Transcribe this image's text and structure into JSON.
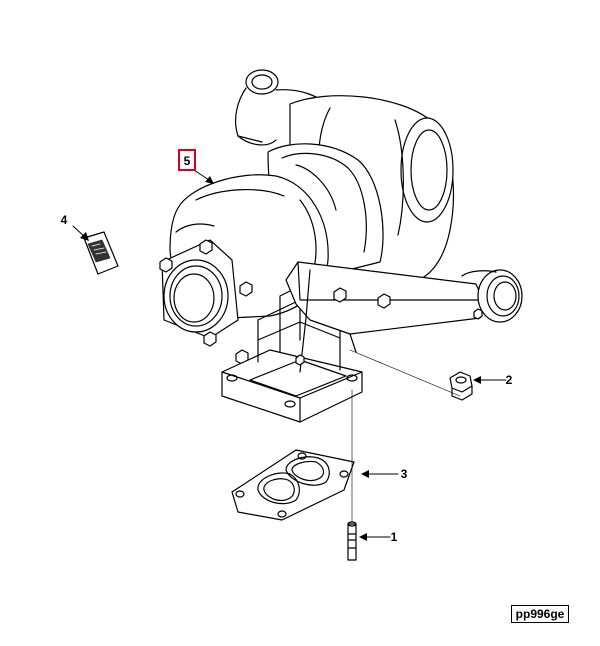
{
  "callouts": {
    "c1": "1",
    "c2": "2",
    "c3": "3",
    "c4": "4",
    "c5": "5"
  },
  "highlight_color": "#e0001b",
  "line_color": "#000000",
  "reference_code": "pp996ge"
}
